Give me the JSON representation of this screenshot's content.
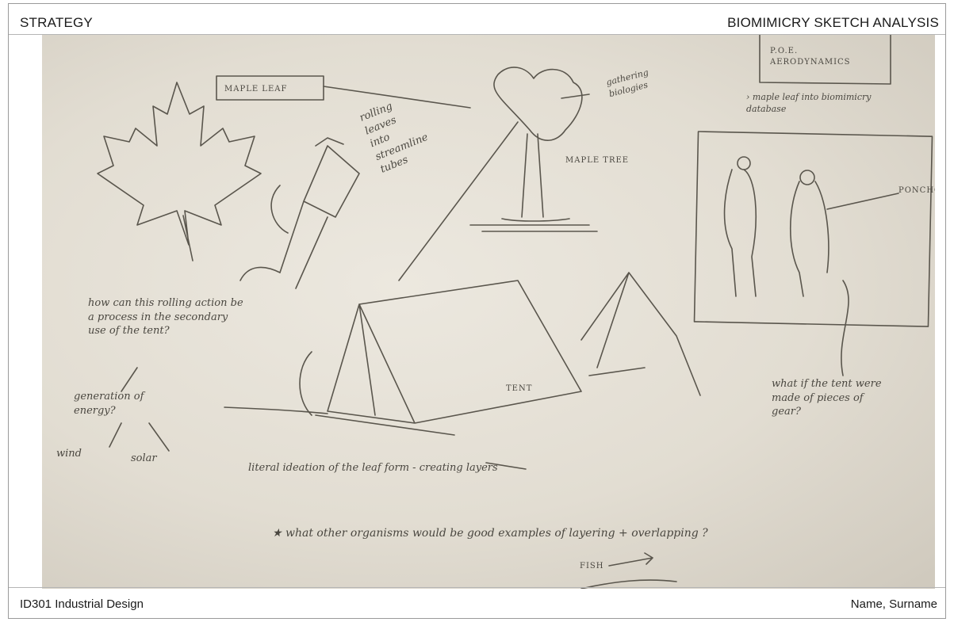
{
  "header": {
    "left_title": "STRATEGY",
    "right_title": "BIOMIMICRY SKETCH ANALYSIS"
  },
  "footer": {
    "course": "ID301 Industrial Design",
    "name": "Name, Surname"
  },
  "sketch": {
    "labels": {
      "maple_leaf": "MAPLE LEAF",
      "rolling_leaves": "rolling\nleaves\ninto\nstreamline\ntubes",
      "maple_tree": "MAPLE TREE",
      "gathering": "gathering\nbiologies",
      "poe_box": "P.O.E.\nAERODYNAMICS",
      "maple_note": "› maple leaf  into biomimicry\n      database",
      "poncho": "PONCHO",
      "rolling_question": "how can this rolling action be\na process in the secondary\nuse of the tent?",
      "generation": "generation of\nenergy?",
      "wind": "wind",
      "solar": "solar",
      "tent": "TENT",
      "literal": "literal ideation of the leaf form - creating layers",
      "what_if": "what if the tent were\nmade of pieces of\ngear?",
      "other_organisms": "★ what other organisms would be good examples of layering + overlapping ?",
      "fish": "FISH"
    }
  }
}
